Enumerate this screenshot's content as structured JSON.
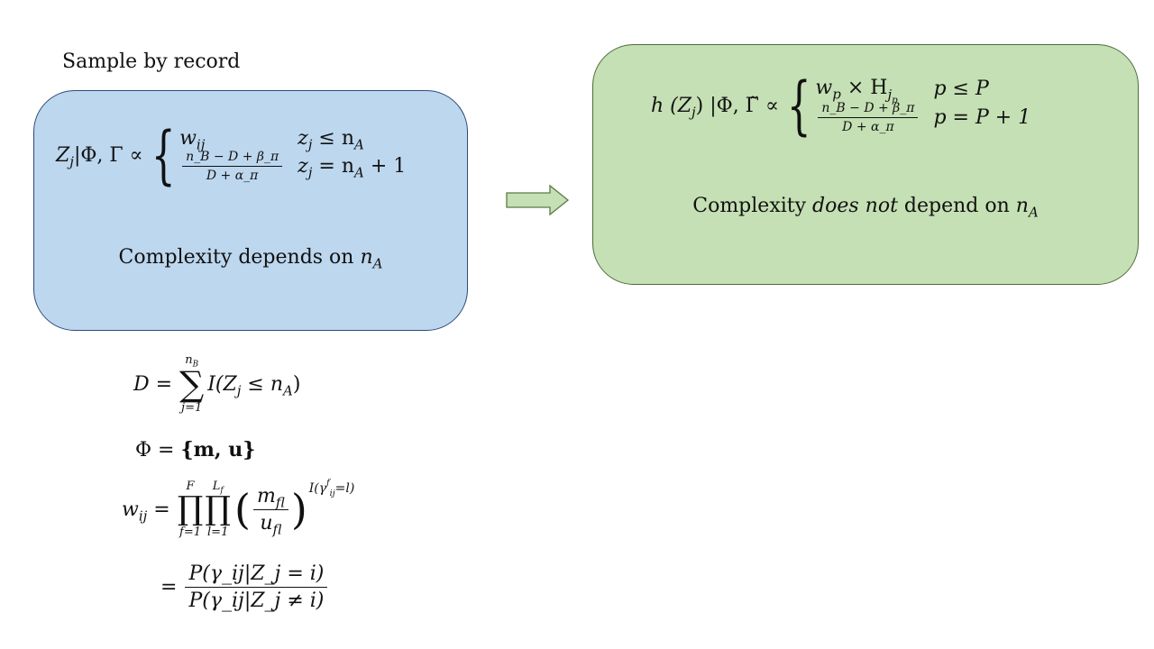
{
  "caption": "Sample by record",
  "colors": {
    "left_box_fill": "#bdd7ee",
    "left_box_border": "#2e4a7a",
    "right_box_fill": "#c5e0b4",
    "right_box_border": "#4e6b3a",
    "arrow_fill": "#c5e0b4",
    "arrow_border": "#5a7a44"
  },
  "left_box": {
    "lhs_main": "Z",
    "lhs_sub": "j",
    "lhs_rest": "|Φ, Γ ∝",
    "case1_value_main": "w",
    "case1_value_sub": "ij",
    "case1_cond_main": "z",
    "case1_cond_sub": "j",
    "case1_cond_op": "≤ n",
    "case1_cond_sub2": "A",
    "case2_num": "n_B − D + β_π",
    "case2_den": "D + α_π",
    "case2_cond_main": "z",
    "case2_cond_sub": "j",
    "case2_cond_op": "= n",
    "case2_cond_sub2": "A",
    "case2_cond_tail": "+ 1",
    "complexity_text": "Complexity depends on ",
    "complexity_var": "n",
    "complexity_sub": "A"
  },
  "right_box": {
    "lhs_pre": "h (Z",
    "lhs_sub": "j",
    "lhs_rest": ") |Φ, Γ̃ ∝",
    "case1_value_main": "w",
    "case1_value_sub": "p",
    "case1_value_times": "× H",
    "case1_value_sub2": "j",
    "case1_value_sub3": "p",
    "case1_cond": "p ≤ P",
    "case2_num": "n_B − D + β_π",
    "case2_den": "D + α_π",
    "case2_cond": "p = P + 1",
    "complexity_pre": "Complexity ",
    "complexity_em": "does not",
    "complexity_post": " depend on ",
    "complexity_var": "n",
    "complexity_sub": "A"
  },
  "equations": {
    "d_lhs": "D =",
    "d_sum_top": "n",
    "d_sum_top_sub": "B",
    "d_sum_bottom": "j=1",
    "d_body": "I(Z",
    "d_body_sub": "j",
    "d_body_rest": " ≤ n",
    "d_body_sub2": "A",
    "d_body_end": ")",
    "phi_lhs": "Φ =",
    "phi_rhs": "{m, u}",
    "w_lhs_main": "w",
    "w_lhs_sub": "ij",
    "w_eq": "=",
    "w_prod1_top": "F",
    "w_prod1_bottom": "f=1",
    "w_prod2_top": "L",
    "w_prod2_top_sub": "f",
    "w_prod2_bottom": "l=1",
    "w_num": "m",
    "w_num_sub": "fl",
    "w_den": "u",
    "w_den_sub": "fl",
    "w_exp": "I(γ",
    "w_exp_sup": "f",
    "w_exp_sub": "ij",
    "w_exp_end": "=l)",
    "p_eq": "=",
    "p_num": "P(γ_ij|Z_j = i)",
    "p_den": "P(γ_ij|Z_j ≠ i)"
  }
}
